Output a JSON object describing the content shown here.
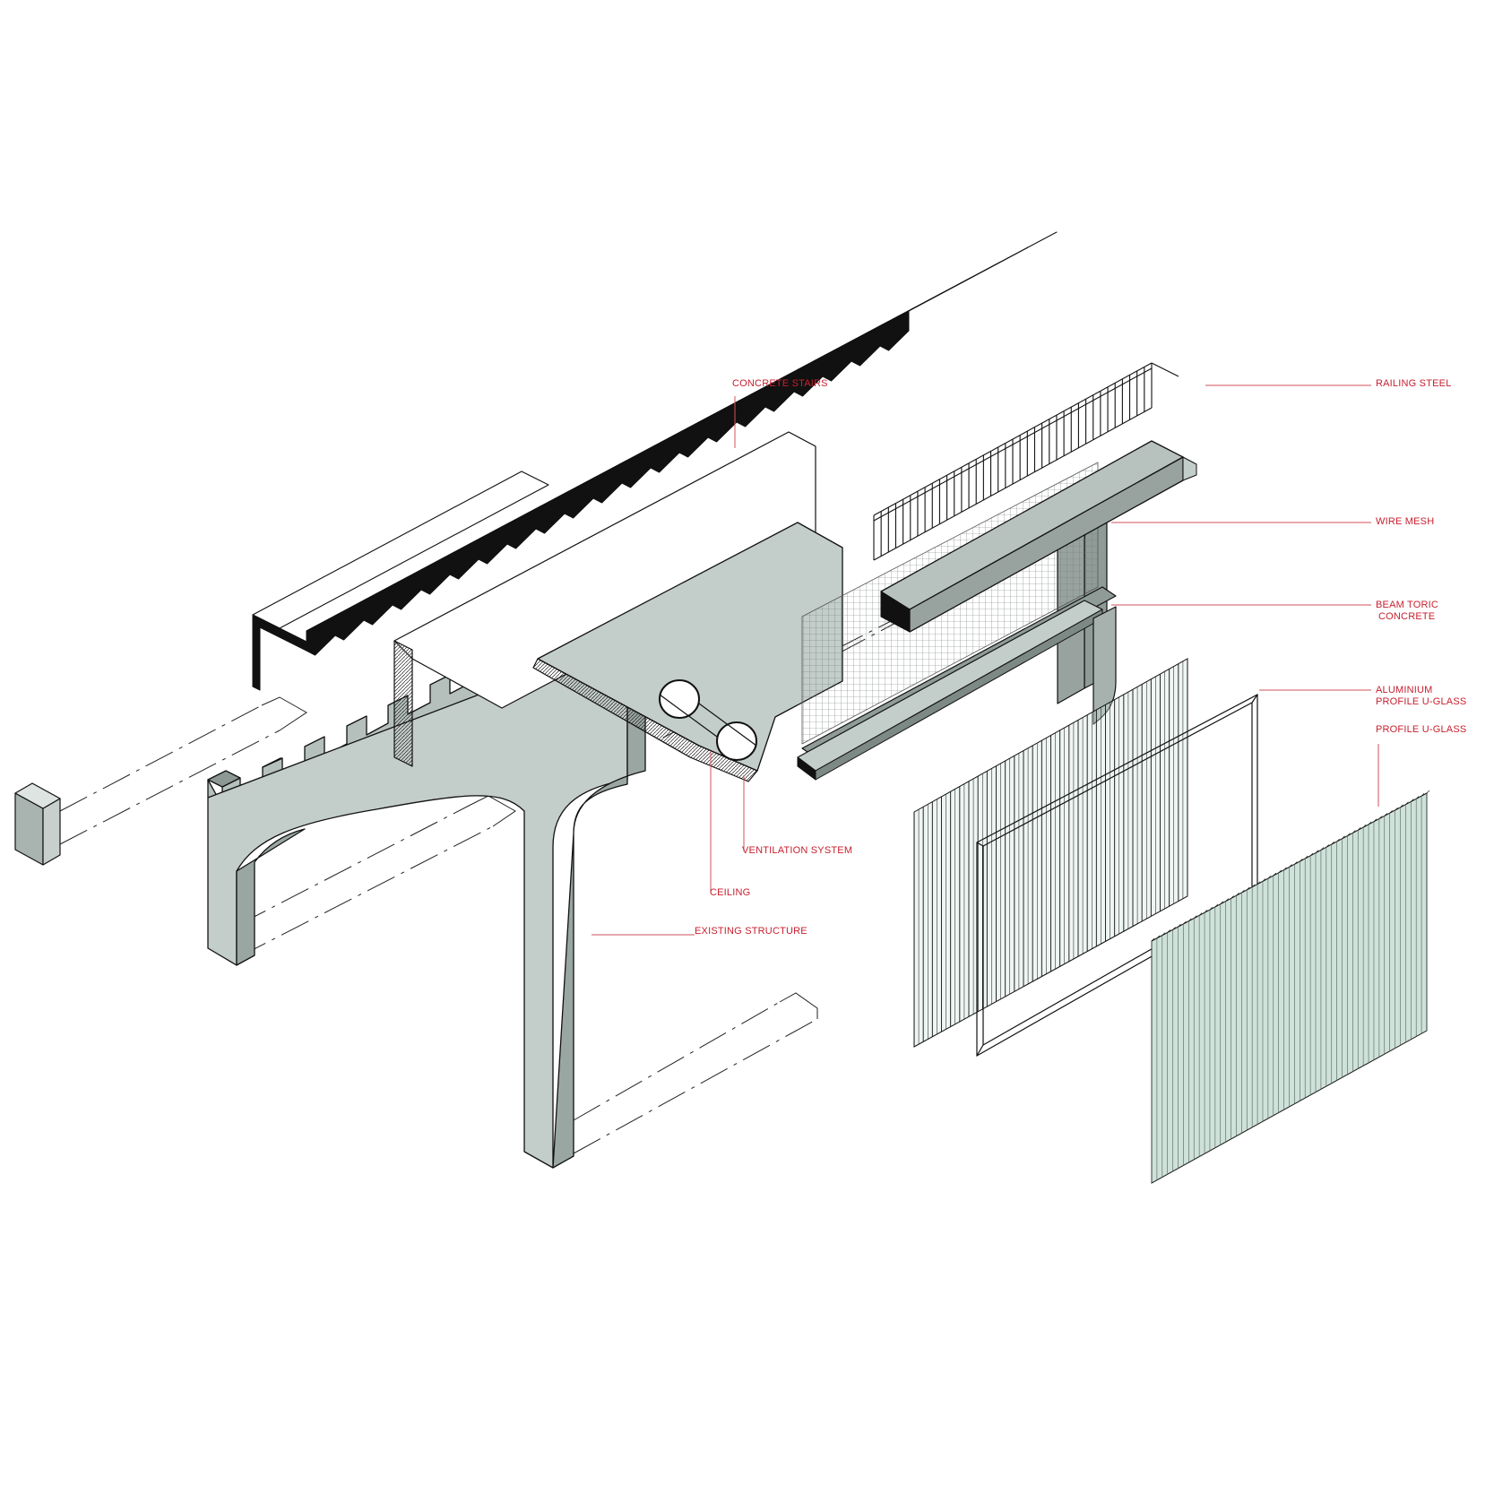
{
  "colors": {
    "label": "#c8202f",
    "leader": "#d2525c",
    "concrete": "#c3cdc9",
    "concrete_dark": "#97a39e",
    "beam": "#98a39f",
    "glass": "#cfe2da",
    "ink": "#111111"
  },
  "labels": {
    "concrete_stairs": "CONCRETE STAIRS",
    "railing_steel": "RAILING STEEL",
    "wire_mesh": "WIRE MESH",
    "beam_toric_1": "BEAM TORIC",
    "beam_toric_2": "CONCRETE",
    "aluminium_1": "ALUMINIUM",
    "aluminium_2": "PROFILE U-GLASS",
    "profile_uglass": "PROFILE U-GLASS",
    "ventilation": "VENTILATION  SYSTEM",
    "ceiling": "CEILING",
    "existing": "EXISTING STRUCTURE"
  },
  "icons": {
    "stairs": "concrete-stair-flight",
    "railing": "steel-railing",
    "mesh": "wire-mesh-panel",
    "beam": "toric-concrete-beam",
    "frame": "aluminium-frame",
    "glass": "u-glass-panel",
    "ducts": "ventilation-ducts",
    "structure": "existing-concrete-structure"
  }
}
